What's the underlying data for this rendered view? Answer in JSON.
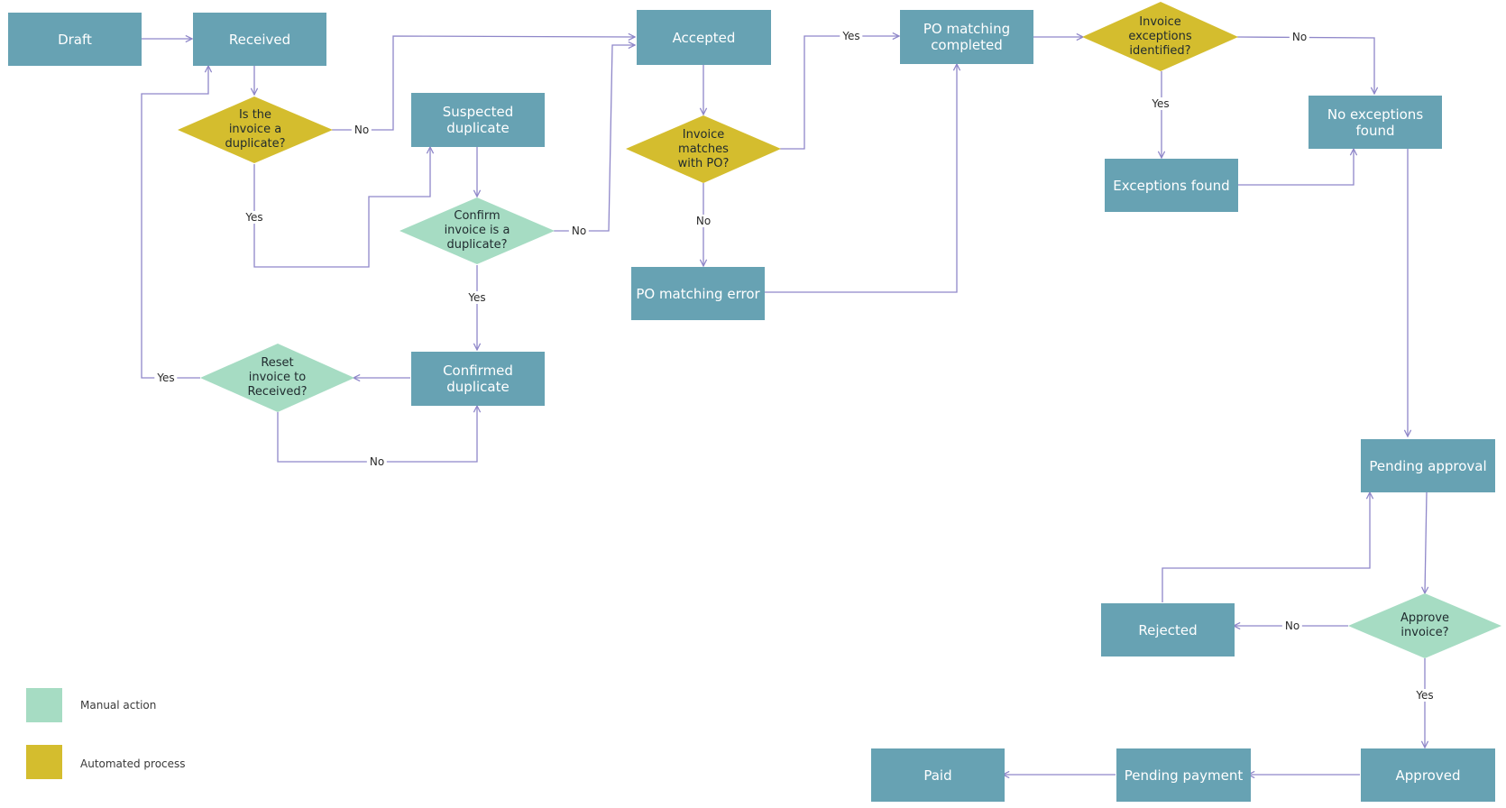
{
  "colors": {
    "status_box": "#67a2b3",
    "manual_action": "#a6dcc3",
    "automated_process": "#d4bd2e",
    "connector": "#8f87c9"
  },
  "nodes": {
    "draft": "Draft",
    "received": "Received",
    "is_duplicate": "Is the\ninvoice a\nduplicate?",
    "suspected_duplicate": "Suspected\nduplicate",
    "confirm_duplicate": "Confirm\ninvoice is a\nduplicate?",
    "confirmed_duplicate": "Confirmed\nduplicate",
    "reset_invoice": "Reset\ninvoice to\nReceived?",
    "accepted": "Accepted",
    "invoice_matches_po": "Invoice\nmatches\nwith PO?",
    "po_matching_error": "PO matching error",
    "po_matching_completed": "PO matching\ncompleted",
    "invoice_exceptions": "Invoice\nexceptions\nidentified?",
    "exceptions_found": "Exceptions found",
    "no_exceptions_found": "No exceptions\nfound",
    "pending_approval": "Pending approval",
    "approve_invoice": "Approve\ninvoice?",
    "rejected": "Rejected",
    "approved": "Approved",
    "pending_payment": "Pending payment",
    "paid": "Paid"
  },
  "edge_labels": {
    "dup_no": "No",
    "dup_yes": "Yes",
    "confirm_no": "No",
    "confirm_yes": "Yes",
    "reset_yes": "Yes",
    "reset_no": "No",
    "match_yes": "Yes",
    "match_no": "No",
    "exceptions_yes": "Yes",
    "exceptions_no": "No",
    "approve_no": "No",
    "approve_yes": "Yes"
  },
  "legend": {
    "manual": "Manual action",
    "automated": "Automated process"
  }
}
